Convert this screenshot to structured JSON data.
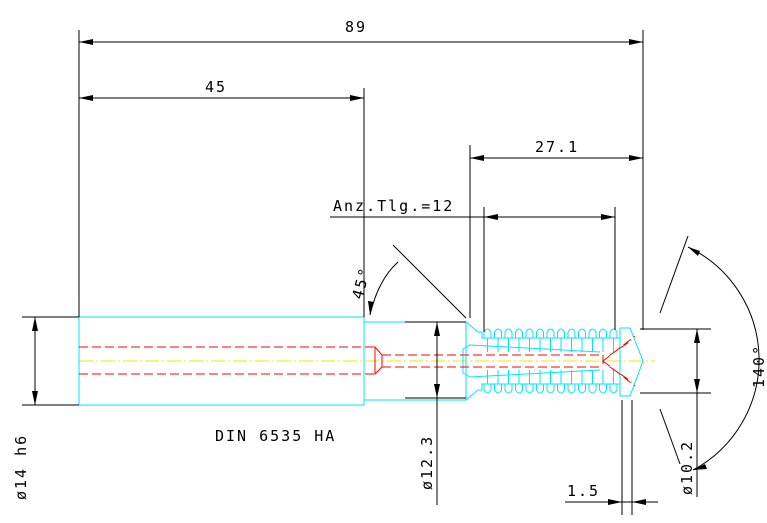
{
  "drawing": {
    "dim_overall_length": "89",
    "dim_shank_length": "45",
    "dim_thread_length": "27.1",
    "dim_teeth_count": "Anz.Tlg.=12",
    "dim_chamfer_angle": "45°",
    "dim_point_angle": "140°",
    "dim_tip_diameter": "ø10.2",
    "dim_tip_offset": "1.5",
    "dim_neck_diameter": "ø12.3",
    "dim_shank_diameter": "ø14 h6",
    "shank_standard": "DIN 6535 HA"
  },
  "colors": {
    "outline": "#00e5ff",
    "coolant": "#ff0000",
    "centerline": "#e8e800",
    "dimension": "#000000"
  }
}
